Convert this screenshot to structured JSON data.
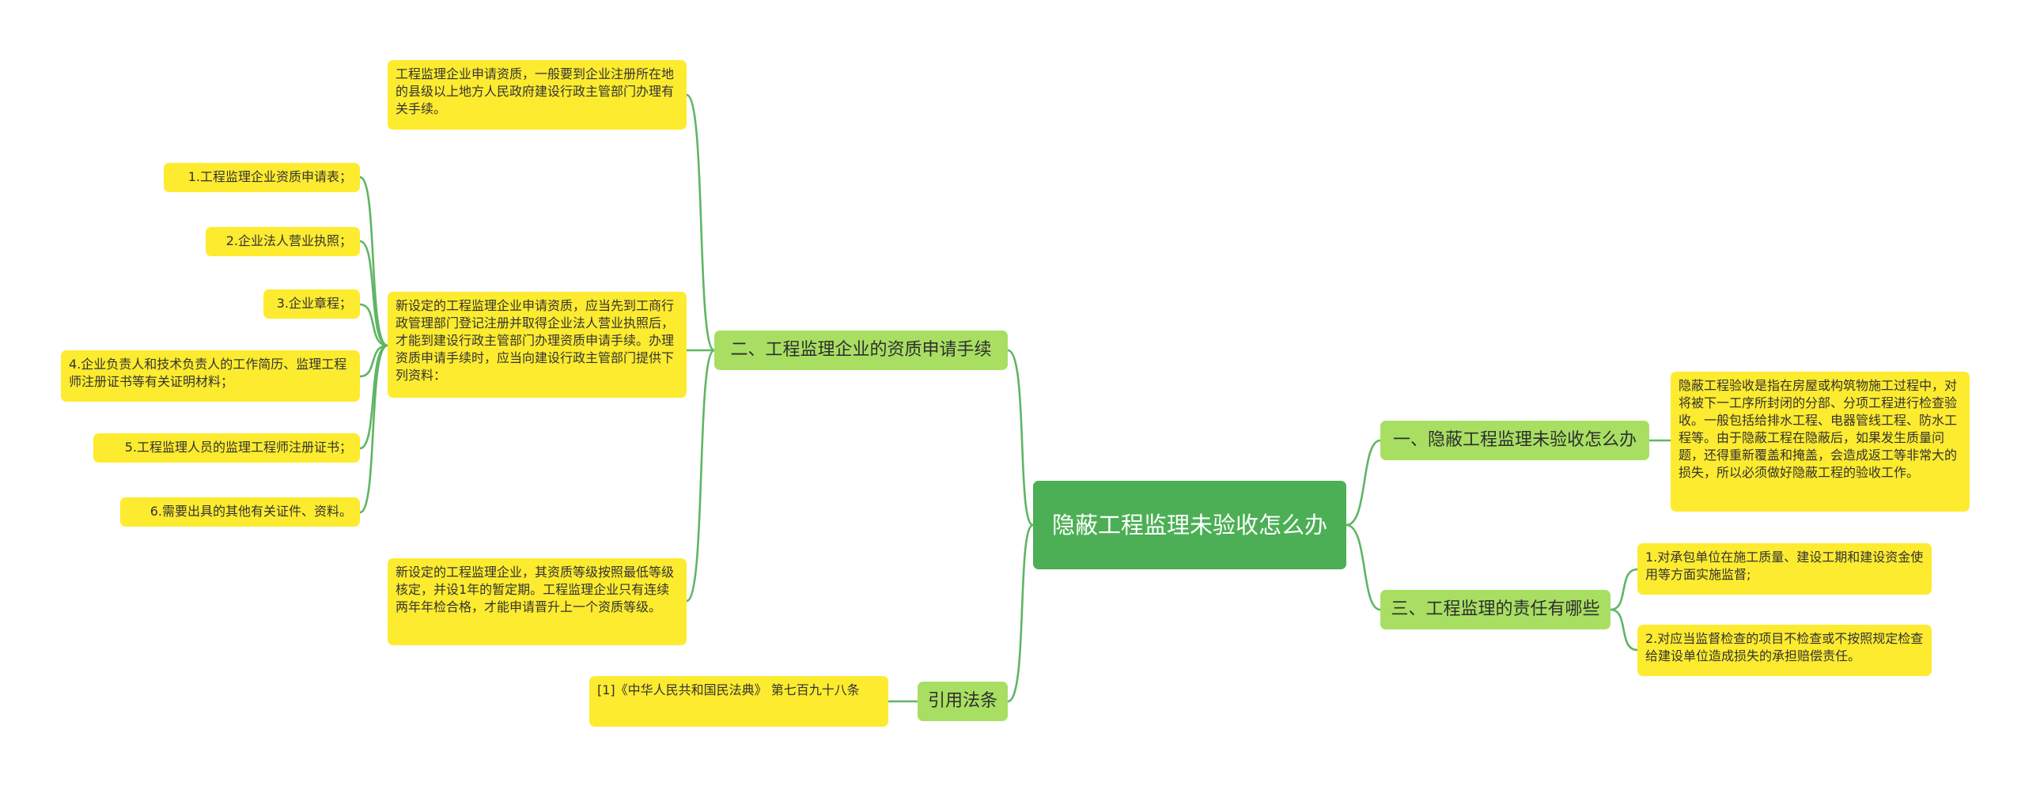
{
  "root": {
    "title": "隐蔽工程监理未验收怎么办"
  },
  "branches": {
    "b1": "一、隐蔽工程监理未验收怎么办",
    "b2": "二、工程监理企业的资质申请手续",
    "b3": "三、工程监理的责任有哪些",
    "b4": "引用法条"
  },
  "leaves": {
    "b1_1": "隐蔽工程验收是指在房屋或构筑物施工过程中，对将被下一工序所封闭的分部、分项工程进行检查验收。一般包括给排水工程、电器管线工程、防水工程等。由于隐蔽工程在隐蔽后，如果发生质量问题，还得重新覆盖和掩盖，会造成返工等非常大的损失，所以必须做好隐蔽工程的验收工作。",
    "b2_1": "工程监理企业申请资质，一般要到企业注册所在地的县级以上地方人民政府建设行政主管部门办理有关手续。",
    "b2_2": "新设定的工程监理企业申请资质，应当先到工商行政管理部门登记注册并取得企业法人营业执照后，才能到建设行政主管部门办理资质申请手续。办理资质申请手续时，应当向建设行政主管部门提供下列资料：",
    "b2_3": "新设定的工程监理企业，其资质等级按照最低等级核定，并设1年的暂定期。工程监理企业只有连续两年年检合格，才能申请晋升上一个资质等级。",
    "b3_1": "1.对承包单位在施工质量、建设工期和建设资金使用等方面实施监督;",
    "b3_2": "2.对应当监督检查的项目不检查或不按照规定检查给建设单位造成损失的承担赔偿责任。",
    "b4_1": "[1]《中华人民共和国民法典》 第七百九十八条"
  },
  "materials": [
    "1.工程监理企业资质申请表；",
    "2.企业法人营业执照；",
    "3.企业章程；",
    "4.企业负责人和技术负责人的工作简历、监理工程师注册证书等有关证明材料；",
    "5.工程监理人员的监理工程师注册证书；",
    "6.需要出具的其他有关证件、资料。"
  ],
  "colors": {
    "root": "#4caf55",
    "branch": "#a8df63",
    "leaf": "#fdeb2f",
    "line": "#5fb564"
  }
}
